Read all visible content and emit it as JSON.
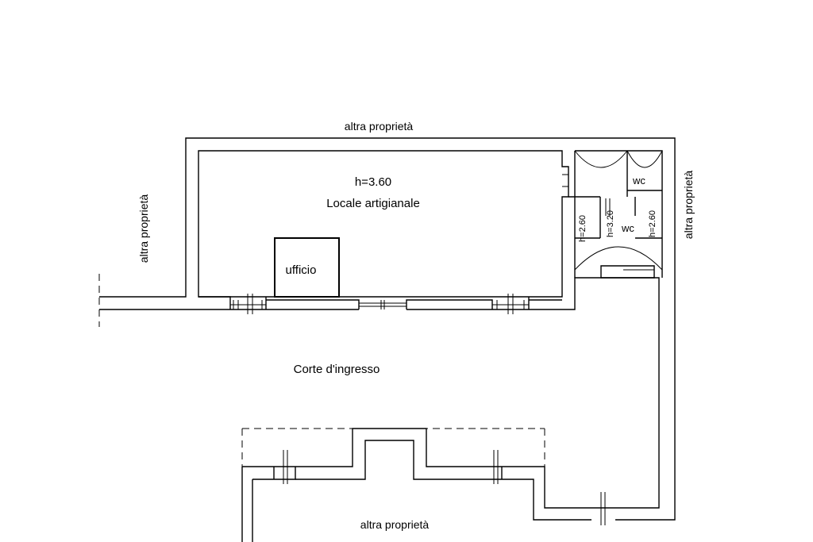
{
  "labels": {
    "top_neighbor": "altra proprietà",
    "left_neighbor": "altra proprietà",
    "right_neighbor": "altra proprietà",
    "bottom_neighbor": "altra proprietà",
    "main_height": "h=3.60",
    "main_room": "Locale artigianale",
    "office": "ufficio",
    "courtyard": "Corte d'ingresso",
    "wc_upper": "wc",
    "wc_lower": "wc",
    "height_left": "h=2.60",
    "height_middle": "h=3.20",
    "height_right": "h=2.60"
  }
}
